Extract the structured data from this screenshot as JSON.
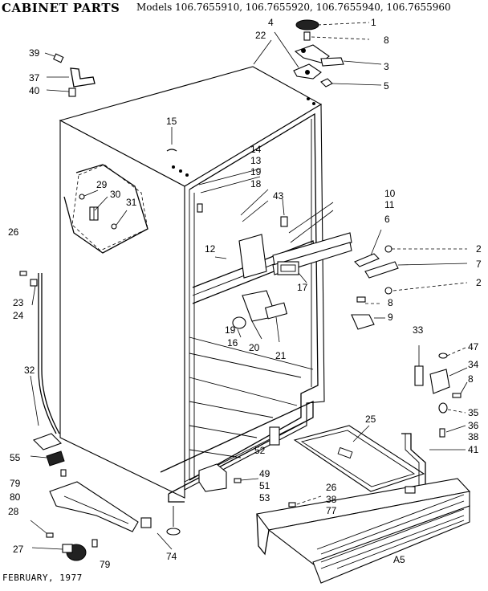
{
  "header": {
    "title": "CABINET PARTS",
    "models": "Models 106.7655910, 106.7655920, 106.7655940, 106.7655960"
  },
  "footer": {
    "date": "FEBRUARY, 1977",
    "code": "A5"
  },
  "callouts": {
    "c1": "1",
    "c2a": "2",
    "c2b": "2",
    "c3": "3",
    "c4": "4",
    "c5": "5",
    "c6": "6",
    "c7": "7",
    "c8a": "8",
    "c8b": "8",
    "c8c": "8",
    "c9": "9",
    "c10": "10",
    "c11": "11",
    "c12": "12",
    "c13": "13",
    "c14": "14",
    "c15": "15",
    "c16": "16",
    "c17": "17",
    "c18": "18",
    "c19a": "19",
    "c19b": "19",
    "c20": "20",
    "c21": "21",
    "c22": "22",
    "c23": "23",
    "c24": "24",
    "c25": "25",
    "c26a": "26",
    "c26b": "26",
    "c27": "27",
    "c28": "28",
    "c29": "29",
    "c30": "30",
    "c31": "31",
    "c32": "32",
    "c33": "33",
    "c34": "34",
    "c35": "35",
    "c36": "36",
    "c37": "37",
    "c38a": "38",
    "c38b": "38",
    "c39": "39",
    "c40": "40",
    "c41": "41",
    "c43": "43",
    "c47": "47",
    "c49": "49",
    "c51": "51",
    "c52": "52",
    "c53": "53",
    "c55": "55",
    "c74": "74",
    "c77": "77",
    "c79a": "79",
    "c79b": "79",
    "c80": "80"
  }
}
